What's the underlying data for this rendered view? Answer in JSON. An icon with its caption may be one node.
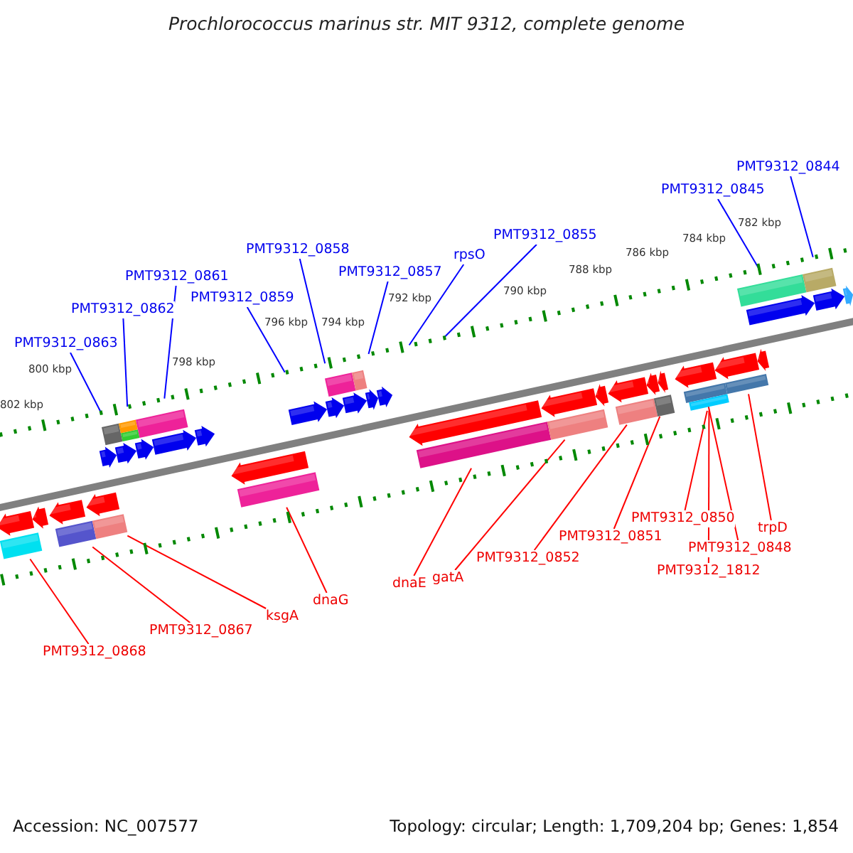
{
  "diagram": {
    "title": "Prochlorococcus marinus str. MIT 9312, complete genome",
    "nodes": [
      {
        "text": [
          "PMT9312_0844"
        ]
      },
      {
        "text": [
          "PMT9312_0845"
        ]
      },
      {
        "text": [
          "PMT9312_0855"
        ]
      },
      {
        "text": [
          "PMT9312_0858"
        ]
      },
      {
        "text": [
          "rpsO"
        ]
      },
      {
        "text": [
          "PMT9312_0861"
        ]
      },
      {
        "text": [
          "PMT9312_0857"
        ]
      },
      {
        "text": [
          "PMT9312_0859"
        ]
      },
      {
        "text": [
          "PMT9312_0862"
        ]
      },
      {
        "text": [
          "PMT9312_0863"
        ]
      },
      {
        "text": [
          "PMT9312_0850"
        ]
      },
      {
        "text": [
          "trpD"
        ]
      },
      {
        "text": [
          "PMT9312_0851"
        ]
      },
      {
        "text": [
          "PMT9312_0848"
        ]
      },
      {
        "text": [
          "PMT9312_0852"
        ]
      },
      {
        "text": [
          "PMT9312_1812"
        ]
      },
      {
        "text": [
          "gatA"
        ]
      },
      {
        "text": [
          "dnaE"
        ]
      },
      {
        "text": [
          "dnaG"
        ]
      },
      {
        "text": [
          "ksgA"
        ]
      },
      {
        "text": [
          "PMT9312_0867"
        ]
      },
      {
        "text": [
          "PMT9312_0868"
        ]
      }
    ],
    "edges": [
      {
        "from": 0,
        "to": null,
        "arrow": "none",
        "color": "#0000ff"
      },
      {
        "from": 1,
        "to": null,
        "arrow": "none",
        "color": "#0000ff"
      },
      {
        "from": 2,
        "to": null,
        "arrow": "none",
        "color": "#0000ff"
      },
      {
        "from": 3,
        "to": null,
        "arrow": "none",
        "color": "#0000ff"
      },
      {
        "from": 4,
        "to": null,
        "arrow": "none",
        "color": "#0000ff"
      },
      {
        "from": 5,
        "to": null,
        "arrow": "none",
        "color": "#0000ff"
      },
      {
        "from": 6,
        "to": null,
        "arrow": "none",
        "color": "#0000ff"
      },
      {
        "from": 7,
        "to": null,
        "arrow": "none",
        "color": "#0000ff"
      },
      {
        "from": 8,
        "to": null,
        "arrow": "none",
        "color": "#0000ff"
      },
      {
        "from": 9,
        "to": null,
        "arrow": "none",
        "color": "#0000ff"
      },
      {
        "from": 10,
        "to": null,
        "arrow": "none"
      },
      {
        "from": 11,
        "to": null,
        "arrow": "none"
      },
      {
        "from": 12,
        "to": null,
        "arrow": "none"
      },
      {
        "from": 13,
        "to": null,
        "arrow": "none"
      },
      {
        "from": 14,
        "to": null,
        "arrow": "none"
      },
      {
        "from": 15,
        "to": null,
        "arrow": "none"
      },
      {
        "from": 16,
        "to": null,
        "arrow": "none"
      },
      {
        "from": 17,
        "to": null,
        "arrow": "none"
      },
      {
        "from": 18,
        "to": null,
        "arrow": "none"
      },
      {
        "from": 19,
        "to": null,
        "arrow": "none"
      },
      {
        "from": 20,
        "to": null,
        "arrow": "none"
      },
      {
        "from": 21,
        "to": null,
        "arrow": "none"
      }
    ],
    "labels": [
      "782 kbp",
      "784 kbp",
      "786 kbp",
      "788 kbp",
      "790 kbp",
      "792 kbp",
      "794 kbp",
      "796 kbp",
      "798 kbp",
      "800 kbp",
      "802 kbp",
      "Accession: NC_007577",
      "Topology: circular; Length: 1,709,204 bp; Genes: 1,854"
    ]
  }
}
